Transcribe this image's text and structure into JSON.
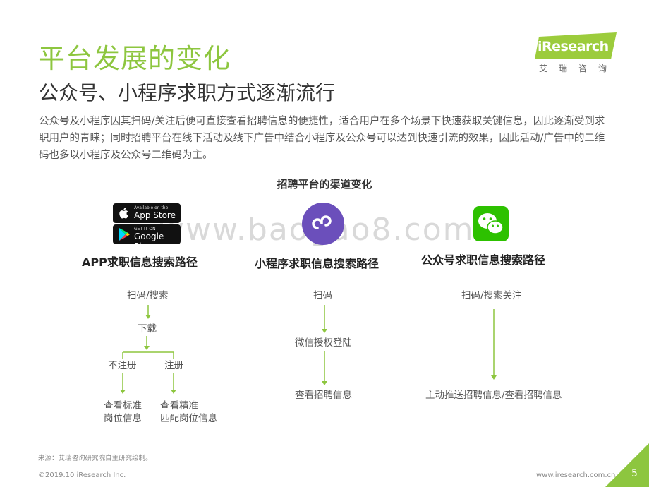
{
  "title": "平台发展的变化",
  "subtitle": "公众号、小程序求职方式逐渐流行",
  "body_text": "公众号及小程序因其扫码/关注后便可直接查看招聘信息的便捷性，适合用户在多个场景下快速获取关键信息，因此逐渐受到求职用户的青睐；同时招聘平台在线下活动及线下广告中结合小程序及公众号可以达到快速引流的效果，因此活动/广告中的二维码也多以小程序及公众号二维码为主。",
  "logo": {
    "text": "iResearch",
    "sub": "艾瑞咨询"
  },
  "section_title": "招聘平台的渠道变化",
  "watermark": "www.baogao8.com",
  "badges": {
    "appstore_small": "Available on the",
    "appstore_big": "App Store",
    "googleplay_small": "GET IT ON",
    "googleplay_big": "Google Play"
  },
  "columns": {
    "app": {
      "title": "APP求职信息搜索路径",
      "step1": "扫码/搜索",
      "step2": "下载",
      "branch_left": "不注册",
      "branch_right": "注册",
      "result_left_line1": "查看标准",
      "result_left_line2": "岗位信息",
      "result_right_line1": "查看精准",
      "result_right_line2": "匹配岗位信息"
    },
    "mini": {
      "title": "小程序求职信息搜索路径",
      "step1": "扫码",
      "step2": "微信授权登陆",
      "step3": "查看招聘信息"
    },
    "official": {
      "title": "公众号求职信息搜索路径",
      "step1": "扫码/搜索关注",
      "step2": "主动推送招聘信息/查看招聘信息"
    }
  },
  "footer": {
    "source": "来源：艾瑞咨询研究院自主研究绘制。",
    "copyright": "©2019.10 iResearch Inc.",
    "website": "www.iresearch.com.cn",
    "page": "5"
  },
  "colors": {
    "accent": "#8dc63f",
    "mini_program": "#6b4fbb",
    "wechat": "#2dc100"
  },
  "icons": [
    "apple-icon",
    "google-play-icon",
    "mini-program-icon",
    "wechat-icon"
  ]
}
